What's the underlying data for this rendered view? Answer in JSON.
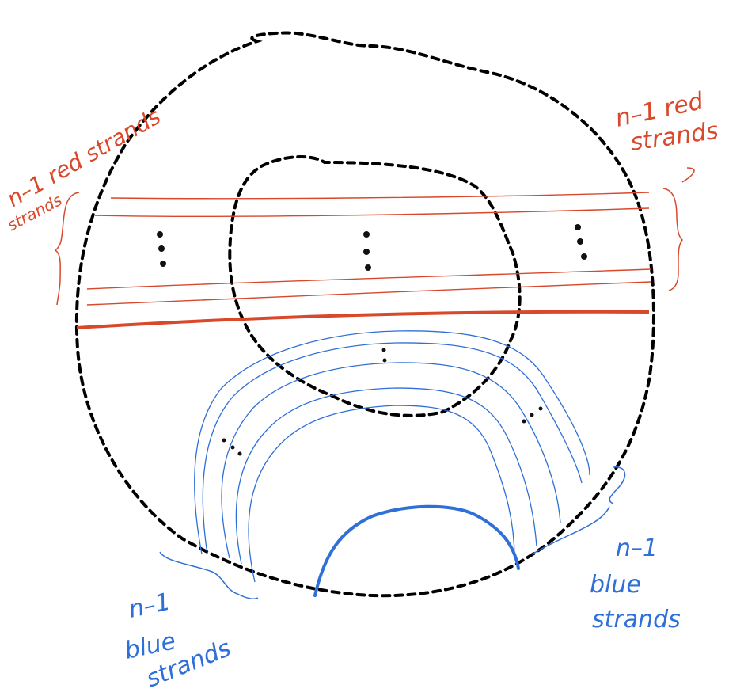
{
  "labels": {
    "left_red_line1": "n–1 red strands",
    "left_red_line2": "strands",
    "right_red_line1": "n–1 red",
    "right_red_line2": "strands",
    "left_blue_line1": "n–1",
    "left_blue_line2": "blue",
    "left_blue_line3": "strands",
    "right_blue_line1": "n–1",
    "right_blue_line2": "blue",
    "right_blue_line3": "strands"
  },
  "colors": {
    "boundary": "#000000",
    "red_strand": "#d9482b",
    "blue_strand": "#2f6fd8"
  }
}
